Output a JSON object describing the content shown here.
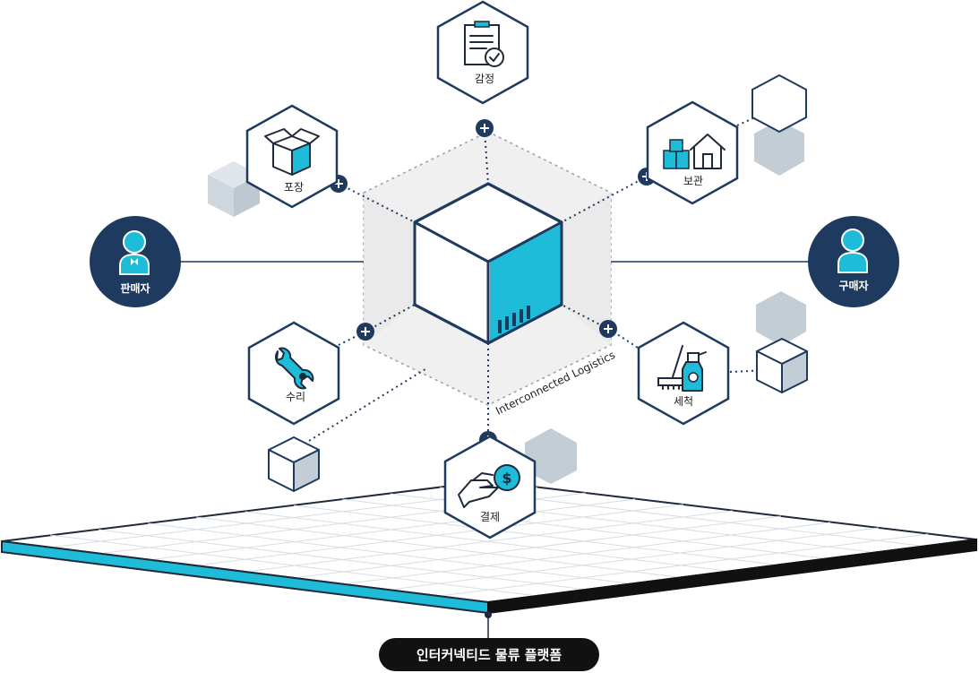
{
  "center": {
    "caption": "Interconnected Logistics"
  },
  "nodes": {
    "appraisal": {
      "label": "감정"
    },
    "packing": {
      "label": "포장"
    },
    "storage": {
      "label": "보관"
    },
    "repair": {
      "label": "수리"
    },
    "cleaning": {
      "label": "세척"
    },
    "payment": {
      "label": "결제"
    }
  },
  "actors": {
    "seller": {
      "label": "판매자"
    },
    "buyer": {
      "label": "구매자"
    }
  },
  "platform": {
    "label": "인터커넥티드 물류 플랫폼"
  },
  "colors": {
    "navy": "#1e3a5f",
    "cyan": "#1fbcd9",
    "grey_cube": "#c3cdd5"
  }
}
